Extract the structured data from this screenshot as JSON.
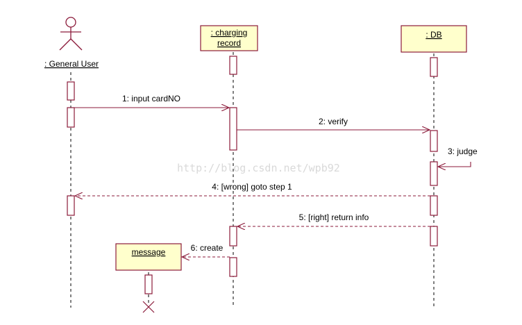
{
  "colors": {
    "object_fill": "#ffffcc",
    "border": "#8b1a3a",
    "watermark": "#d9d9d9"
  },
  "participants": {
    "user": ": General User",
    "record_line1": ": charging",
    "record_line2": "record",
    "db": ": DB",
    "message": "message"
  },
  "messages": [
    {
      "label": "1: input cardNO",
      "style": "solid"
    },
    {
      "label": "2: verify",
      "style": "solid"
    },
    {
      "label": "3: judge",
      "style": "solid"
    },
    {
      "label": "4: [wrong] goto step 1",
      "style": "dashed"
    },
    {
      "label": "5: [right] return info",
      "style": "dashed"
    },
    {
      "label": "6: create",
      "style": "dashed"
    }
  ],
  "watermark": "http://blog.csdn.net/wpb92"
}
